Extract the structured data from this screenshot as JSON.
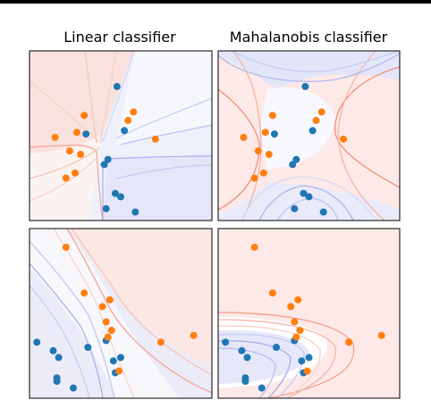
{
  "chart_data": [
    {
      "type": "scatter",
      "title": "Linear classifier",
      "xlim": [
        0,
        1
      ],
      "ylim": [
        0,
        1
      ],
      "series": [
        {
          "color": "#1f77b4",
          "points": [
            [
              0.48,
              0.79
            ],
            [
              0.31,
              0.51
            ],
            [
              0.41,
              0.33
            ],
            [
              0.43,
              0.36
            ],
            [
              0.52,
              0.53
            ],
            [
              0.47,
              0.16
            ],
            [
              0.5,
              0.14
            ],
            [
              0.42,
              0.07
            ],
            [
              0.58,
              0.05
            ]
          ]
        },
        {
          "color": "#ff7f0e",
          "points": [
            [
              0.3,
              0.62
            ],
            [
              0.57,
              0.64
            ],
            [
              0.54,
              0.59
            ],
            [
              0.26,
              0.52
            ],
            [
              0.14,
              0.49
            ],
            [
              0.69,
              0.48
            ],
            [
              0.22,
              0.41
            ],
            [
              0.28,
              0.39
            ],
            [
              0.25,
              0.28
            ],
            [
              0.2,
              0.25
            ]
          ]
        }
      ]
    },
    {
      "type": "scatter",
      "title": "Mahalanobis classifier",
      "xlim": [
        0,
        1
      ],
      "ylim": [
        0,
        1
      ],
      "series": [
        {
          "color": "#1f77b4",
          "points": [
            [
              0.48,
              0.79
            ],
            [
              0.31,
              0.51
            ],
            [
              0.41,
              0.33
            ],
            [
              0.43,
              0.36
            ],
            [
              0.52,
              0.53
            ],
            [
              0.47,
              0.16
            ],
            [
              0.5,
              0.14
            ],
            [
              0.42,
              0.07
            ],
            [
              0.58,
              0.05
            ]
          ]
        },
        {
          "color": "#ff7f0e",
          "points": [
            [
              0.3,
              0.62
            ],
            [
              0.57,
              0.64
            ],
            [
              0.54,
              0.59
            ],
            [
              0.26,
              0.52
            ],
            [
              0.14,
              0.49
            ],
            [
              0.69,
              0.48
            ],
            [
              0.22,
              0.41
            ],
            [
              0.28,
              0.39
            ],
            [
              0.25,
              0.28
            ],
            [
              0.2,
              0.25
            ]
          ]
        }
      ]
    },
    {
      "type": "scatter",
      "title": "",
      "xlim": [
        0,
        1
      ],
      "ylim": [
        0,
        1
      ],
      "series": [
        {
          "color": "#1f77b4",
          "points": [
            [
              0.04,
              0.33
            ],
            [
              0.13,
              0.28
            ],
            [
              0.16,
              0.24
            ],
            [
              0.32,
              0.3
            ],
            [
              0.42,
              0.34
            ],
            [
              0.5,
              0.24
            ],
            [
              0.46,
              0.22
            ],
            [
              0.47,
              0.15
            ],
            [
              0.15,
              0.12
            ],
            [
              0.15,
              0.1
            ],
            [
              0.24,
              0.06
            ]
          ]
        },
        {
          "color": "#ff7f0e",
          "points": [
            [
              0.2,
              0.89
            ],
            [
              0.3,
              0.62
            ],
            [
              0.44,
              0.58
            ],
            [
              0.4,
              0.54
            ],
            [
              0.42,
              0.45
            ],
            [
              0.45,
              0.4
            ],
            [
              0.43,
              0.36
            ],
            [
              0.72,
              0.33
            ],
            [
              0.9,
              0.37
            ],
            [
              0.49,
              0.16
            ]
          ]
        }
      ]
    },
    {
      "type": "scatter",
      "title": "",
      "xlim": [
        0,
        1
      ],
      "ylim": [
        0,
        1
      ],
      "series": [
        {
          "color": "#1f77b4",
          "points": [
            [
              0.04,
              0.33
            ],
            [
              0.13,
              0.28
            ],
            [
              0.16,
              0.24
            ],
            [
              0.32,
              0.3
            ],
            [
              0.42,
              0.34
            ],
            [
              0.5,
              0.24
            ],
            [
              0.46,
              0.22
            ],
            [
              0.47,
              0.15
            ],
            [
              0.15,
              0.12
            ],
            [
              0.15,
              0.1
            ],
            [
              0.24,
              0.06
            ]
          ]
        },
        {
          "color": "#ff7f0e",
          "points": [
            [
              0.2,
              0.89
            ],
            [
              0.3,
              0.62
            ],
            [
              0.44,
              0.58
            ],
            [
              0.4,
              0.54
            ],
            [
              0.42,
              0.45
            ],
            [
              0.45,
              0.4
            ],
            [
              0.43,
              0.36
            ],
            [
              0.72,
              0.33
            ],
            [
              0.9,
              0.37
            ],
            [
              0.49,
              0.16
            ]
          ]
        }
      ]
    }
  ]
}
